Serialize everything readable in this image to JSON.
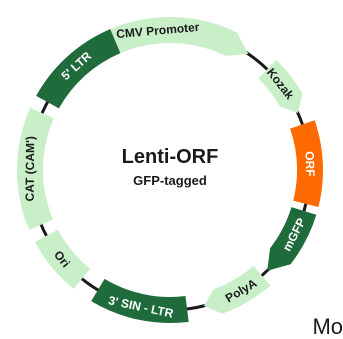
{
  "title": "Lenti-ORF",
  "subtitle": "GFP-tagged",
  "corner_text": "Mo",
  "colors": {
    "backbone": "#1a1a1a",
    "light": "#c9efc9",
    "dark": "#1f6b3b",
    "orange": "#ff6a00"
  },
  "segments": [
    {
      "id": "cmv",
      "label": "CMV Promoter",
      "color": "light",
      "text": "#1a1a1a",
      "arrow": true
    },
    {
      "id": "kozak",
      "label": "Kozak",
      "color": "light",
      "text": "#1a1a1a",
      "arrow": true
    },
    {
      "id": "orf",
      "label": "ORF",
      "color": "orange",
      "text": "#ffffff",
      "arrow": false
    },
    {
      "id": "mgfp",
      "label": "mGFP",
      "color": "dark",
      "text": "#ffffff",
      "arrow": true
    },
    {
      "id": "polya",
      "label": "PolyA",
      "color": "light",
      "text": "#1a1a1a",
      "arrow": true
    },
    {
      "id": "sinltr",
      "label": "3' SIN - LTR",
      "color": "dark",
      "text": "#ffffff",
      "arrow": false
    },
    {
      "id": "ori",
      "label": "Ori",
      "color": "light",
      "text": "#1a1a1a",
      "arrow": false
    },
    {
      "id": "cat",
      "label": "CAT (CAM')",
      "color": "light",
      "text": "#1a1a1a",
      "arrow": false
    },
    {
      "id": "ltr5",
      "label": "5' LTR",
      "color": "dark",
      "text": "#ffffff",
      "arrow": false
    }
  ]
}
